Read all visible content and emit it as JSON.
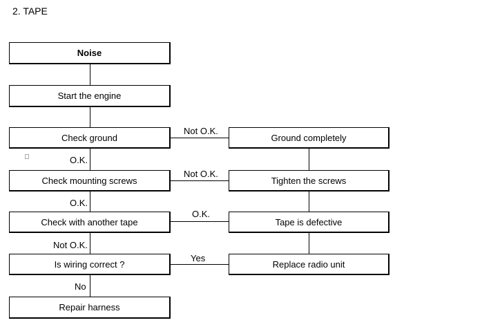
{
  "heading": "2.  TAPE",
  "boxes": {
    "noise": "Noise",
    "start_engine": "Start the engine",
    "check_ground": "Check ground",
    "check_screws": "Check mounting screws",
    "check_tape": "Check with another tape",
    "wiring": "Is wiring correct ?",
    "repair": "Repair harness",
    "ground_completely": "Ground completely",
    "tighten": "Tighten the screws",
    "defective": "Tape is defective",
    "replace": "Replace radio unit"
  },
  "labels": {
    "ground_ok": "O.K.",
    "ground_not_ok": "Not O.K.",
    "screws_ok": "O.K.",
    "screws_not_ok": "Not O.K.",
    "tape_ok": "O.K.",
    "tape_not_ok": "Not O.K.",
    "wiring_yes": "Yes",
    "wiring_no": "No"
  }
}
